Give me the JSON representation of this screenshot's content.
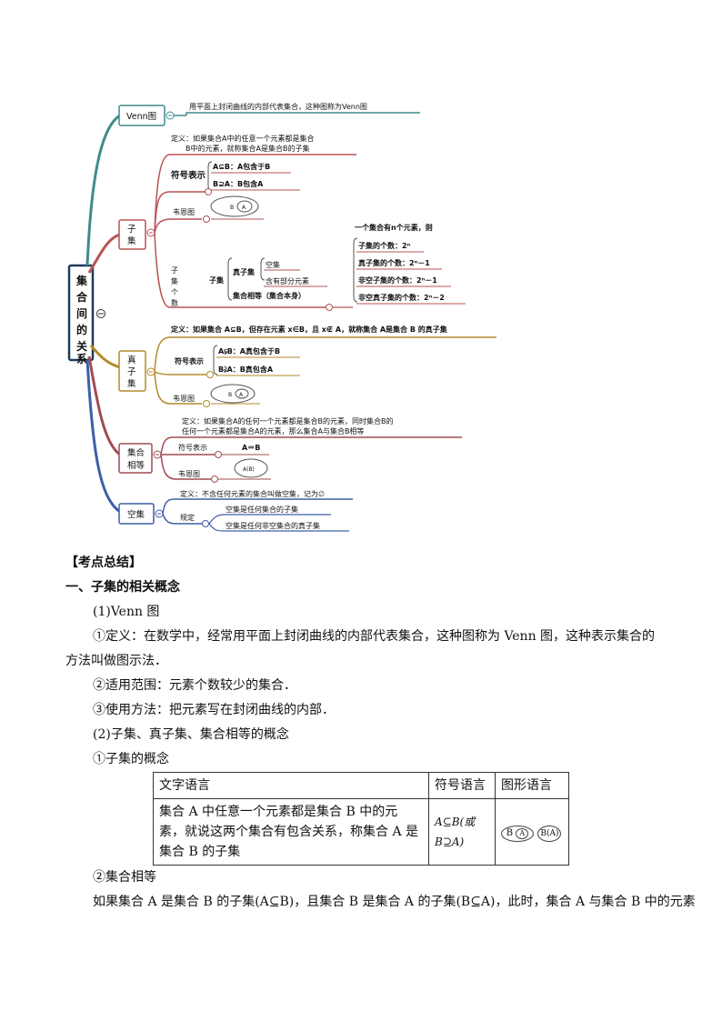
{
  "mindmap": {
    "root": "集合间的关系",
    "venn": {
      "label": "Venn图",
      "desc": "用平面上封闭曲线的内部代表集合，这种图称为Venn图"
    },
    "subset": {
      "label": "子集",
      "def_line1": "定义：如果集合A中的任意一个元素都是集合",
      "def_line2": "B中的元素，就称集合A是集合B的子集",
      "symbol_label": "符号表示",
      "sym1": "A⊆B：A包含于B",
      "sym2": "B⊇A：B包含A",
      "venn_label": "韦恩图",
      "venn_b": "B",
      "venn_a": "A",
      "count_label": "子集个数",
      "count_sub": "子集",
      "proper_label": "真子集",
      "empty_set": "空集",
      "partial": "含有部分元素",
      "equal_self": "集合相等（集合本身）",
      "n_elem": "一个集合有n个元素，则",
      "c1": "子集的个数：2ⁿ",
      "c2": "真子集的个数：2ⁿ－1",
      "c3": "非空子集的个数：2ⁿ－1",
      "c4": "非空真子集的个数：2ⁿ－2"
    },
    "proper": {
      "label": "真子集",
      "def": "定义：如果集合 A⊆B，但存在元素 x∈B，且 x∉ A，就称集合 A是集合 B 的真子集",
      "symbol_label": "符号表示",
      "sym1": "A⫋B：A真包含于B",
      "sym2": "B⫌A：B真包含A",
      "venn_label": "韦恩图",
      "venn_b": "B",
      "venn_a": "A"
    },
    "equal": {
      "label": "集合相等",
      "def_line1": "定义：如果集合A的任何一个元素都是集合B的元素，同时集合B的",
      "def_line2": "任何一个元素都是集合A的元素，那么集合A与集合B相等",
      "symbol_label": "符号表示",
      "sym": "A＝B",
      "venn_label": "韦恩图",
      "venn_text": "A(B)"
    },
    "empty": {
      "label": "空集",
      "def": "定义：不含任何元素的集合叫做空集，记为∅",
      "rule_label": "规定",
      "rule1": "空集是任何集合的子集",
      "rule2": "空集是任何非空集合的真子集"
    }
  },
  "summary": {
    "heading": "【考点总结】",
    "section1": "一、子集的相关概念",
    "venn_title": "(1)Venn 图",
    "venn_def": "①定义：在数学中，经常用平面上封闭曲线的内部代表集合，这种图称为 Venn 图，这种表示集合的方法叫做图示法．",
    "venn_scope": "②适用范围：元素个数较少的集合．",
    "venn_use": "③使用方法：把元素写在封闭曲线的内部．",
    "concept_title": "(2)子集、真子集、集合相等的概念",
    "subset_title": "①子集的概念",
    "table": {
      "headers": [
        "文字语言",
        "符号语言",
        "图形语言"
      ],
      "text_lang": "集合 A 中任意一个元素都是集合 B 中的元素，就说这两个集合有包含关系，称集合 A 是集合 B 的子集",
      "symbol_lang_1": "A⊆B(或",
      "symbol_lang_2": "B⊇A)",
      "fig1_outer": "B",
      "fig1_inner": "A",
      "fig2": "B(A)"
    },
    "equal_title": "②集合相等",
    "equal_text": "如果集合 A 是集合 B 的子集(A⊆B)，且集合 B 是集合 A 的子集(B⊆A)，此时，集合 A 与集合 B 中的元素"
  }
}
